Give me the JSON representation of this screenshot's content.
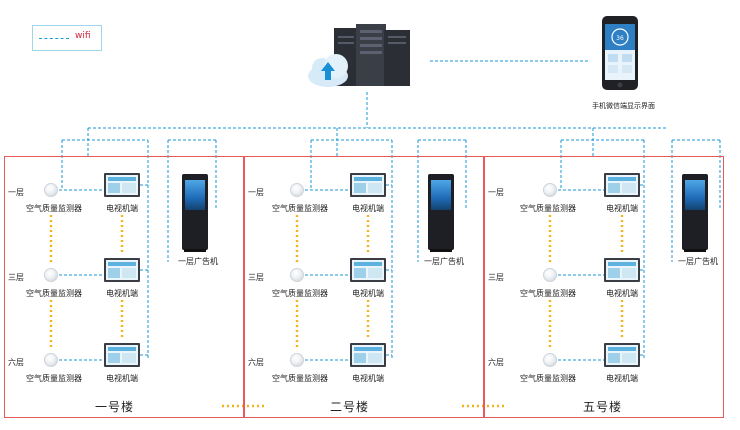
{
  "legend": {
    "label": "wifi"
  },
  "phone": {
    "label": "手机微信端显示界面",
    "temperature": "36"
  },
  "colors": {
    "link": "#1a9ad6",
    "building_border": "#e85a5a",
    "building_link": "#f2b31b"
  },
  "buildings": [
    {
      "name": "一号楼",
      "floors": [
        {
          "floor_label": "一层",
          "sensor_label": "空气质量监测器",
          "tv_label": "电视机端"
        },
        {
          "floor_label": "三层",
          "sensor_label": "空气质量监测器",
          "tv_label": "电视机端"
        },
        {
          "floor_label": "六层",
          "sensor_label": "空气质量监测器",
          "tv_label": "电视机端"
        }
      ],
      "kiosk_label": "一层广告机"
    },
    {
      "name": "二号楼",
      "floors": [
        {
          "floor_label": "一层",
          "sensor_label": "空气质量监测器",
          "tv_label": "电视机端"
        },
        {
          "floor_label": "三层",
          "sensor_label": "空气质量监测器",
          "tv_label": "电视机端"
        },
        {
          "floor_label": "六层",
          "sensor_label": "空气质量监测器",
          "tv_label": "电视机端"
        }
      ],
      "kiosk_label": "一层广告机"
    },
    {
      "name": "五号楼",
      "floors": [
        {
          "floor_label": "一层",
          "sensor_label": "空气质量监测器",
          "tv_label": "电视机端"
        },
        {
          "floor_label": "三层",
          "sensor_label": "空气质量监测器",
          "tv_label": "电视机端"
        },
        {
          "floor_label": "六层",
          "sensor_label": "空气质量监测器",
          "tv_label": "电视机端"
        }
      ],
      "kiosk_label": "一层广告机"
    }
  ]
}
